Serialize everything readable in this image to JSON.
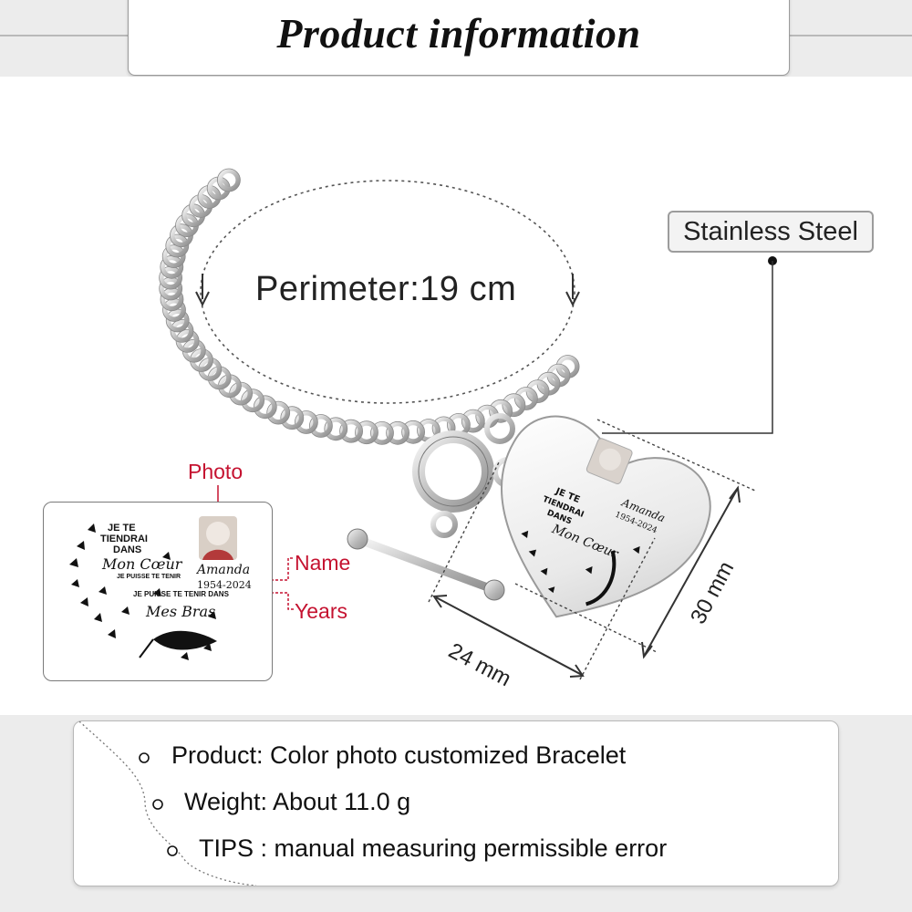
{
  "title": "Product information",
  "material_label": "Stainless Steel",
  "perimeter_label": "Perimeter:19 cm",
  "labels": {
    "photo": "Photo",
    "name": "Name",
    "years": "Years"
  },
  "dimensions": {
    "width": "24 mm",
    "height": "30 mm"
  },
  "engraving": {
    "line1": "JE TE",
    "line2": "TIENDRAI",
    "line3": "DANS",
    "script1": "Mon Cœur",
    "line4": "JE PUISSE TE TENIR",
    "line5": "JE PUISSE TE TENIR DANS",
    "script2": "Mes Bras",
    "name": "Amanda",
    "years": "1954-2024"
  },
  "info": {
    "product": "Product: Color photo customized Bracelet",
    "weight": "Weight: About 11.0 g",
    "tips": "TIPS : manual measuring permissible error"
  },
  "colors": {
    "label_red": "#c51230",
    "accent_gray": "#9c9c9c"
  }
}
